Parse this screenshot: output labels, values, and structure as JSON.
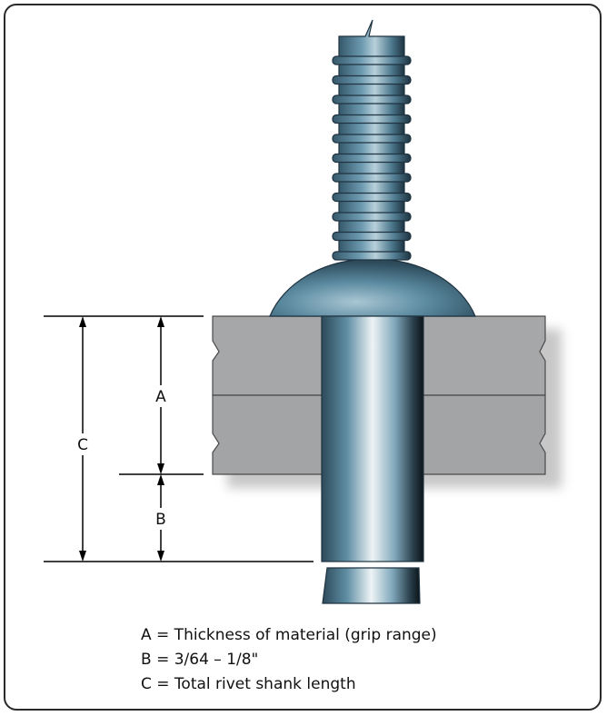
{
  "dimensions": {
    "a": "A",
    "b": "B",
    "c": "C"
  },
  "legend": [
    {
      "key": "A",
      "text": "A = Thickness of material (grip range)"
    },
    {
      "key": "B",
      "text": "B = 3/64 – 1/8\""
    },
    {
      "key": "C",
      "text": "C = Total rivet shank length"
    }
  ],
  "colors": {
    "plate_fill": "#a6a7a9",
    "plate_stroke": "#4a4a4a",
    "rivet_steel": "#4f7f95",
    "rivet_dark": "#1f3340",
    "rivet_highlight": "#eef4f6"
  }
}
